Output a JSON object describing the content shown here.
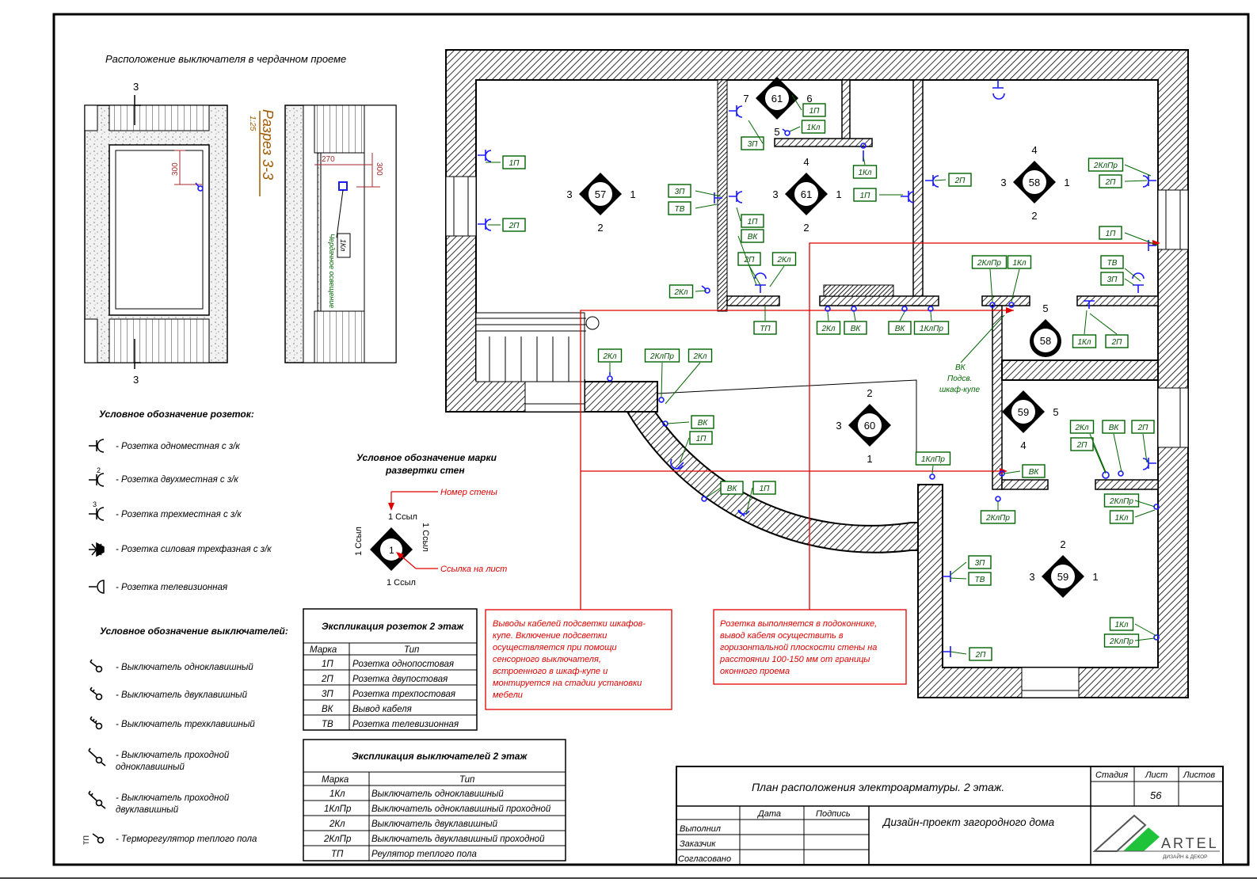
{
  "section": {
    "title": "Расположение выключателя в чердачном проеме",
    "cut_label": "Разрез 3-3",
    "scale": "1:25",
    "cut_mark": "3",
    "dim_300": "300",
    "dim_270": "270",
    "switch_tag": "1Кл",
    "switch_note": "Чердачное освещение"
  },
  "sockets_legend": {
    "title": "Условное обозначение розеток:",
    "items": [
      {
        "sup": "",
        "label": "- Розетка одноместная с з/к"
      },
      {
        "sup": "2",
        "label": "- Розетка двухместная с з/к"
      },
      {
        "sup": "3",
        "label": "- Розетка трехместная с з/к"
      },
      {
        "sup": "",
        "label": "- Розетка силовая трехфазная с з/к"
      },
      {
        "sup": "",
        "label": "- Розетка телевизионная"
      }
    ]
  },
  "switches_legend": {
    "title": "Условное обозначение выключателей:",
    "items": [
      {
        "label": "- Выключатель одноклавишный"
      },
      {
        "label": "- Выключатель двуклавишный"
      },
      {
        "label": "- Выключатель трехклавишный"
      },
      {
        "label": "- Выключатель проходной",
        "label2": "одноклавишный"
      },
      {
        "label": "- Выключатель проходной",
        "label2": "двуклавишный"
      },
      {
        "label": "- Терморегулятор теплого пола",
        "prefix": "ТП"
      }
    ]
  },
  "marker_legend": {
    "title1": "Условное обозначение марки",
    "title2": "развертки стен",
    "wall_number": "Номер стены",
    "sheet_ref": "Ссылка на лист",
    "ref": "1 Ссыл",
    "num": "1"
  },
  "sockets_table": {
    "title": "Экспликация розеток 2 этаж",
    "headers": [
      "Марка",
      "Тип"
    ],
    "rows": [
      [
        "1П",
        "Розетка однопостовая"
      ],
      [
        "2П",
        "Розетка двупостовая"
      ],
      [
        "3П",
        "Розетка трехпостовая"
      ],
      [
        "ВК",
        "Вывод кабеля"
      ],
      [
        "ТВ",
        "Розетка телевизионная"
      ]
    ]
  },
  "switches_table": {
    "title": "Экспликация выключателей 2 этаж",
    "headers": [
      "Марка",
      "Тип"
    ],
    "rows": [
      [
        "1Кл",
        "Выключатель одноклавишный"
      ],
      [
        "1КлПр",
        "Выключатель одноклавишный проходной"
      ],
      [
        "2Кл",
        "Выключатель двуклавишный"
      ],
      [
        "2КлПр",
        "Выключатель двуклавишный проходной"
      ],
      [
        "ТП",
        "Реулятор теплого пола"
      ]
    ]
  },
  "notes": {
    "left": [
      "Выводы кабелей подсветки шкафов-",
      "купе. Включение подсветки",
      "осуществляется при помощи",
      "сенсорного выключателя,",
      "встроенного в шкаф-купе и",
      "монтируется на стадии установки",
      "мебели"
    ],
    "right": [
      "Розетка выполняется в подоконнике,",
      "вывод кабеля осуществить в",
      "горизонтальной плоскости стены на",
      "расстоянии 100-150 мм от границы",
      "оконного проема"
    ]
  },
  "wardrobe_note": [
    "ВК",
    "Подсв.",
    "шкаф-купе"
  ],
  "title_block": {
    "drawing_title": "План расположения электроарматуры. 2 этаж.",
    "project": "Дизайн-проект загородного дома",
    "stage_label": "Стадия",
    "sheet_label": "Лист",
    "sheets_label": "Листов",
    "sheet_no": "56",
    "date_label": "Дата",
    "sign_label": "Подпись",
    "performer": "Выполнил",
    "customer": "Заказчик",
    "approved": "Согласовано",
    "logo": "ARTEL",
    "logo_sub": "ДИЗАЙН & ДЕКОР"
  },
  "room_marks": [
    {
      "num": "57",
      "left": "3",
      "right": "1",
      "bottom": "2",
      "top": ""
    },
    {
      "num": "61",
      "left": "3",
      "right": "1",
      "bottom": "2",
      "top": "4"
    },
    {
      "num": "61",
      "left": "7",
      "right": "6",
      "bottom": "5",
      "top": ""
    },
    {
      "num": "58",
      "left": "3",
      "right": "1",
      "bottom": "2",
      "top": "4"
    },
    {
      "num": "58",
      "left": "",
      "right": "",
      "bottom": "",
      "top": "5"
    },
    {
      "num": "60",
      "left": "3",
      "right": "",
      "bottom": "1",
      "top": "2"
    },
    {
      "num": "59",
      "left": "",
      "right": "5",
      "bottom": "4",
      "top": ""
    },
    {
      "num": "59",
      "left": "3",
      "right": "1",
      "bottom": "",
      "top": "2"
    }
  ],
  "tags": [
    "1П",
    "2П",
    "3П",
    "ТВ",
    "1П",
    "ВК",
    "2П",
    "2Кл",
    "2Кл",
    "ТП",
    "1П",
    "1Кл",
    "3П",
    "1Кл",
    "1П",
    "2П",
    "2КлПр",
    "2П",
    "1П",
    "ТВ",
    "3П",
    "2КлПр",
    "1Кл",
    "1Кл",
    "2П",
    "2Кл",
    "ВК",
    "ВК",
    "1КлПр",
    "2Кл",
    "2КлПр",
    "2Кл",
    "ВК",
    "1П",
    "ВК",
    "1П",
    "1КлПр",
    "ВК",
    "2КлПр",
    "2Кл",
    "ВК",
    "2П",
    "2П",
    "2КлПр",
    "1Кл",
    "3П",
    "ТВ",
    "1Кл",
    "2КлПр",
    "2П"
  ]
}
